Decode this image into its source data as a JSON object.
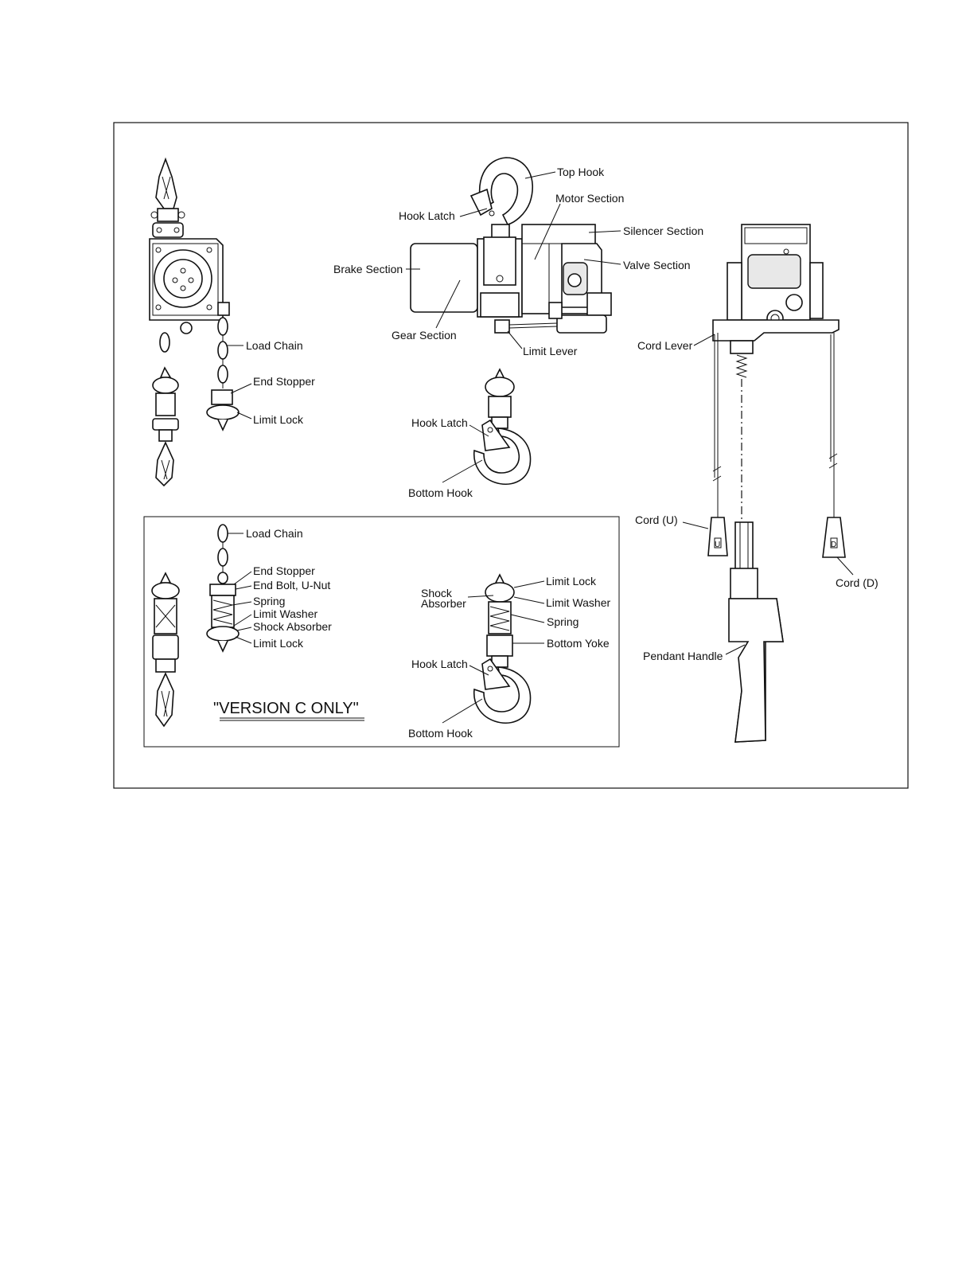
{
  "labels": {
    "left_load_chain": "Load Chain",
    "left_end_stopper": "End Stopper",
    "left_limit_lock": "Limit Lock",
    "top_hook": "Top Hook",
    "motor_section": "Motor Section",
    "hook_latch_top": "Hook Latch",
    "silencer_section": "Silencer Section",
    "brake_section": "Brake Section",
    "valve_section": "Valve Section",
    "gear_section": "Gear Section",
    "limit_lever": "Limit Lever",
    "hook_latch_mid": "Hook Latch",
    "bottom_hook_mid": "Bottom Hook",
    "cord_lever": "Cord Lever",
    "cord_u": "Cord (U)",
    "cord_d": "Cord (D)",
    "pendant_handle": "Pendant Handle",
    "inset_load_chain": "Load Chain",
    "inset_end_stopper": "End Stopper",
    "inset_end_bolt": "End Bolt, U-Nut",
    "inset_spring": "Spring",
    "inset_limit_washer": "Limit Washer",
    "inset_shock_absorber": "Shock Absorber",
    "inset_limit_lock": "Limit Lock",
    "inset_version_note": "\"VERSION C ONLY\"",
    "inset_r_limit_lock": "Limit Lock",
    "inset_r_shock_line1": "Shock",
    "inset_r_shock_line2": "Absorber",
    "inset_r_limit_washer": "Limit Washer",
    "inset_r_spring": "Spring",
    "inset_r_bottom_yoke": "Bottom Yoke",
    "inset_r_hook_latch": "Hook Latch",
    "inset_r_bottom_hook": "Bottom Hook"
  },
  "cord_button_u": "U",
  "cord_button_d": "D"
}
